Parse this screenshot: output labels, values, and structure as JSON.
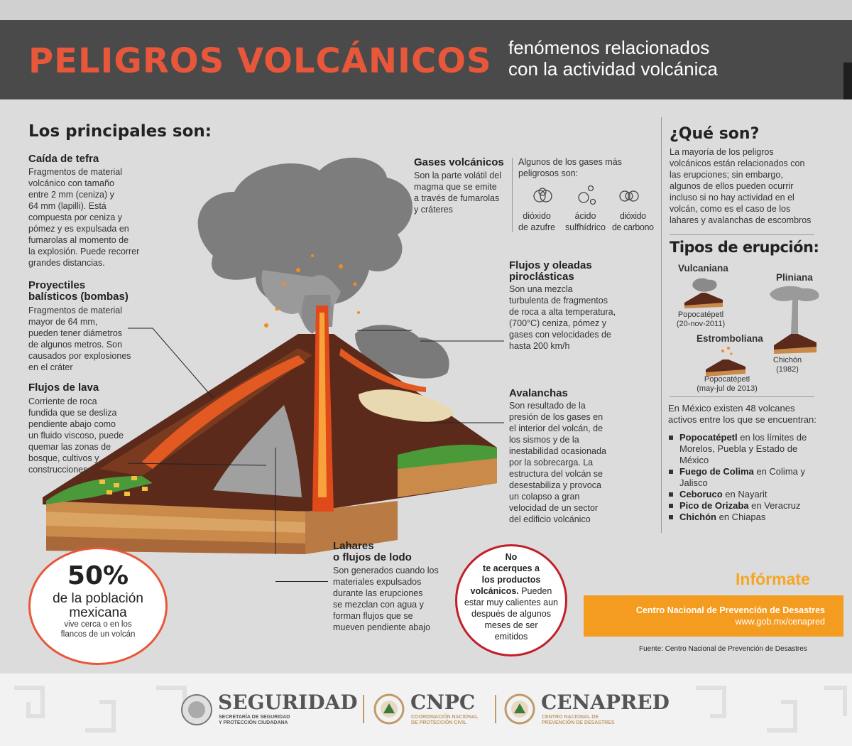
{
  "header": {
    "title": "PELIGROS VOLCÁNICOS",
    "subtitle_line1": "fenómenos relacionados",
    "subtitle_line2": "con la actividad volcánica",
    "title_color": "#e8573a"
  },
  "main_heading": "Los principales son:",
  "hazards": {
    "tefra": {
      "title": "Caída de tefra",
      "lines": [
        "Fragmentos de material",
        "volcánico con tamaño",
        "entre 2 mm (ceniza) y",
        "64 mm (lapilli). Está",
        "compuesta por ceniza y",
        "pómez y es expulsada en",
        "fumarolas al momento de",
        "la explosión. Puede recorrer",
        "grandes distancias."
      ]
    },
    "proyectiles": {
      "title_line1": "Proyectiles",
      "title_line2": "balísticos (bombas)",
      "lines": [
        "Fragmentos de material",
        "mayor de 64 mm,",
        "pueden tener diámetros",
        "de algunos metros. Son",
        "causados por explosiones",
        "en el cráter"
      ]
    },
    "lava": {
      "title": "Flujos de lava",
      "lines": [
        "Corriente de roca",
        "fundida que se desliza",
        "pendiente abajo como",
        "un fluido viscoso, puede",
        "quemar las zonas de",
        "bosque, cultivos y",
        "construcciones"
      ]
    },
    "gases": {
      "title": "Gases volcánicos",
      "lines": [
        "Son la parte volátil del",
        "magma que se emite",
        "a través de fumarolas",
        "y cráteres"
      ],
      "intro_lines": [
        "Algunos de los gases más",
        "peligrosos son:"
      ],
      "items": [
        {
          "line1": "dióxido",
          "line2": "de azufre",
          "icon": "sulfur-dioxide-icon"
        },
        {
          "line1": "ácido",
          "line2": "sulfhídrico",
          "icon": "hydrogen-sulfide-icon"
        },
        {
          "line1": "dióxido",
          "line2": "de carbono",
          "icon": "carbon-dioxide-icon"
        }
      ]
    },
    "piroclasticos": {
      "title_line1": "Flujos y oleadas",
      "title_line2": "piroclásticas",
      "lines": [
        "Son una mezcla",
        "turbulenta de fragmentos",
        "de roca a alta temperatura,",
        "(700°C) ceniza, pómez y",
        "gases con velocidades de",
        "hasta 200 km/h"
      ]
    },
    "avalanchas": {
      "title": "Avalanchas",
      "lines": [
        "Son resultado de la",
        "presión de los gases en",
        "el interior del volcán, de",
        "los sismos y de la",
        "inestabilidad ocasionada",
        "por la sobrecarga.  La",
        "estructura del volcán se",
        "desestabiliza y provoca",
        "un colapso a gran",
        "velocidad de un sector",
        "del edificio volcánico"
      ]
    },
    "lahares": {
      "title_line1": "Lahares",
      "title_line2": "o flujos de lodo",
      "lines": [
        "Son generados cuando los",
        "materiales expulsados",
        "durante las erupciones",
        "se mezclan con agua y",
        "forman flujos que se",
        "mueven pendiente abajo"
      ]
    }
  },
  "poblacion": {
    "percent": "50%",
    "line1": "de la población",
    "line2": "mexicana",
    "line3": "vive cerca o en los",
    "line4": "flancos de un volcán"
  },
  "aviso": {
    "line1": "No",
    "line2": "te acerques a",
    "line3": "los productos",
    "line4_bold": "volcánicos.",
    "line4_rest": " Pueden",
    "line5": "estar muy calientes aun",
    "line6": "después de algunos",
    "line7": "meses de ser",
    "line8": "emitidos"
  },
  "que_son": {
    "title": "¿Qué son?",
    "lines": [
      "La mayoría de los peligros",
      "volcánicos están relacionados con",
      "las erupciones; sin embargo,",
      "algunos de ellos pueden ocurrir",
      "incluso si no hay actividad en el",
      "volcán, como es el caso de los",
      "lahares y avalanchas de escombros"
    ]
  },
  "tipos": {
    "title": "Tipos de erupción:",
    "vulcaniana": {
      "label": "Vulcaniana",
      "cap1": "Popocatépetl",
      "cap2": "(20-nov-2011)"
    },
    "pliniana": {
      "label": "Pliniana",
      "cap1": "Chichón",
      "cap2": "(1982)"
    },
    "estromboliana": {
      "label": "Estromboliana",
      "cap1": "Popocatépetl",
      "cap2": "(may-jul de 2013)"
    }
  },
  "volcanes": {
    "intro_line1": "En México existen 48 volcanes",
    "intro_line2": "activos entre los que se encuentran:",
    "items": [
      {
        "name": "Popocatépetl",
        "rest": " en los límites de Morelos, Puebla y Estado de México"
      },
      {
        "name": "Fuego de Colima",
        "rest": " en Colima y Jalisco"
      },
      {
        "name": "Ceboruco",
        "rest": " en Nayarit"
      },
      {
        "name": "Pico de Orizaba",
        "rest": " en Veracruz"
      },
      {
        "name": "Chichón",
        "rest": " en Chiapas"
      }
    ]
  },
  "informate": {
    "label": "Infórmate",
    "org": "Centro Nacional de Prevención de Desastres",
    "url": "www.gob.mx/cenapred",
    "accent": "#f39c1f"
  },
  "fuente": "Fuente: Centro Nacional de Prevención de Desastres",
  "footer": {
    "seguridad": "SEGURIDAD",
    "seguridad_sub1": "SECRETARÍA DE SEGURIDAD",
    "seguridad_sub2": "Y PROTECCIÓN CIUDADANA",
    "cnpc": "CNPC",
    "cnpc_sub1": "COORDINACIÓN NACIONAL",
    "cnpc_sub2": "DE PROTECCIÓN CIVIL",
    "cenapred": "CENAPRED",
    "cenapred_sub1": "CENTRO NACIONAL DE",
    "cenapred_sub2": "PREVENCIÓN DE DESASTRES"
  }
}
